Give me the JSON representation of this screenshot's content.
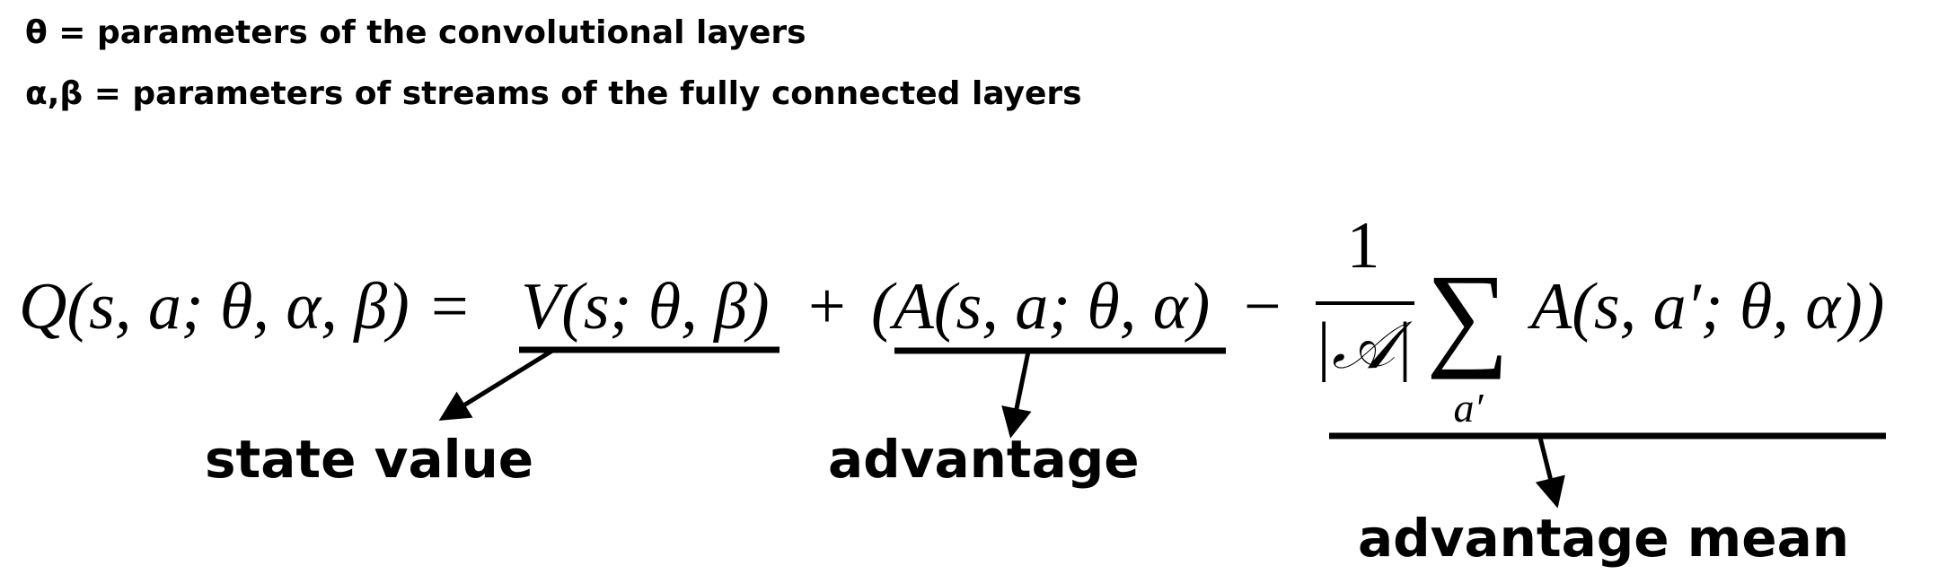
{
  "legend": {
    "line1": "θ = parameters of the convolutional layers",
    "line2": "α,β = parameters of streams of the fully connected layers"
  },
  "equation": {
    "lhs": "Q(s, a; θ, α, β)",
    "equals": "=",
    "value_term": "V(s; θ, β)",
    "plus": "+",
    "advantage_term": "(A(s, a; θ, α)",
    "minus": "−",
    "fraction_numerator": "1",
    "fraction_denominator": "|𝒜|",
    "sum_symbol": "∑",
    "sum_index": "a′",
    "mean_term": "A(s, a′; θ, α))"
  },
  "labels": {
    "state_value": "state value",
    "advantage": "advantage",
    "advantage_mean": "advantage mean"
  }
}
